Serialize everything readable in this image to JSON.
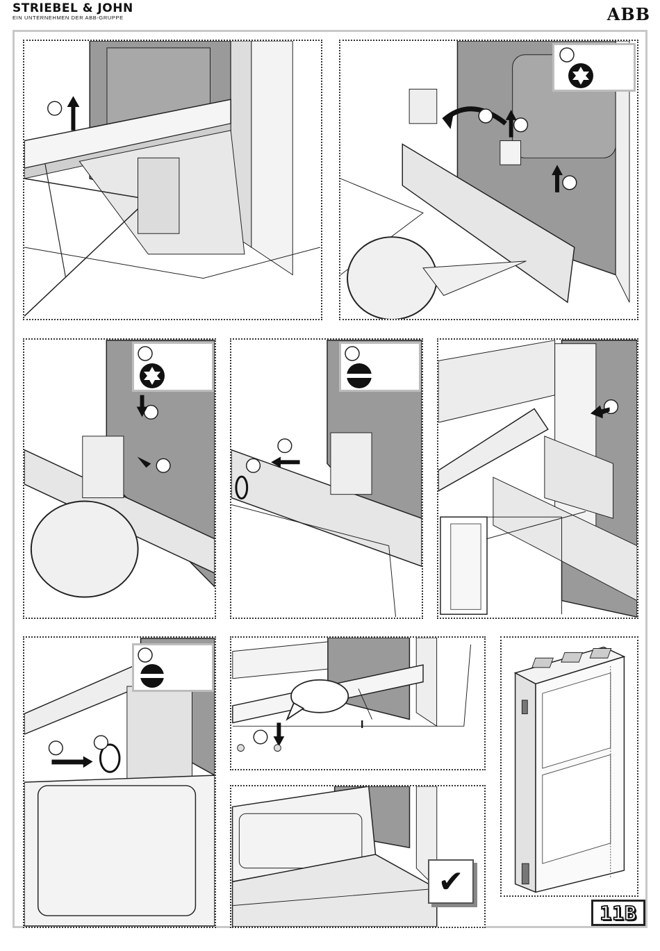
{
  "header": {
    "brand_name": "STRIEBEL & JOHN",
    "brand_sub": "EIN UNTERNEHMEN DER ABB-GRUPPE",
    "logo": "ABB"
  },
  "panels": {
    "p7": {
      "label": "I"
    }
  },
  "footer": {
    "page_number": "11B",
    "check_mark": "✔"
  },
  "icons": {
    "torx": "torx-icon",
    "flat": "flat-screwdriver-icon",
    "check": "check-icon"
  },
  "colors": {
    "wall": "#8d8d8d",
    "line": "#222222",
    "frame": "#c8c8c8"
  }
}
